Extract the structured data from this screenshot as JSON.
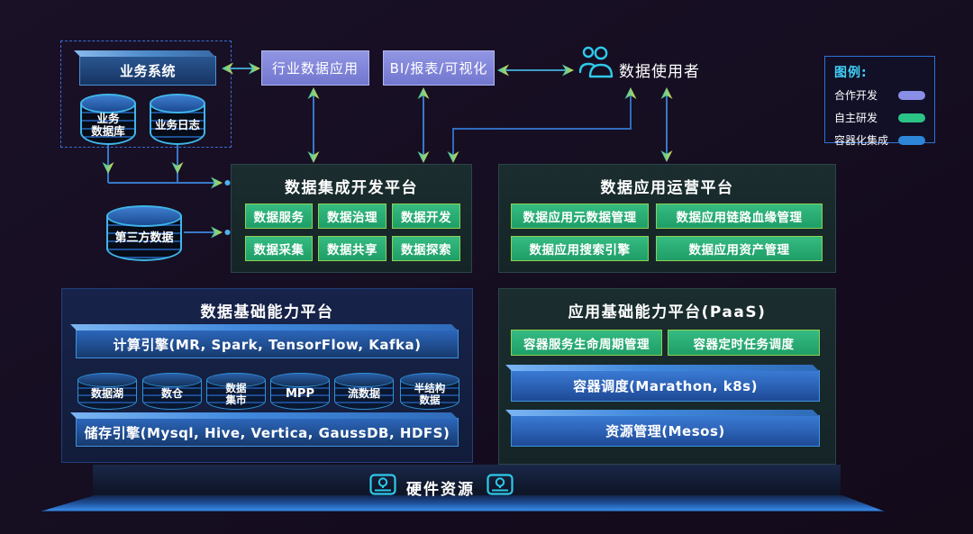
{
  "source": {
    "system": "业务系统",
    "db": "业务\n数据库",
    "log": "业务日志",
    "third_party": "第三方数据"
  },
  "top": {
    "industry_app": "行业数据应用",
    "bi": "BI/报表/可视化",
    "data_user": "数据使用者"
  },
  "legend": {
    "title": "图例:",
    "items": [
      {
        "label": "合作开发",
        "color": "#898ee6"
      },
      {
        "label": "自主研发",
        "color": "#2bc487"
      },
      {
        "label": "容器化集成",
        "color": "#2e86d9"
      }
    ]
  },
  "integration": {
    "title": "数据集成开发平台",
    "modules": [
      "数据服务",
      "数据治理",
      "数据开发",
      "数据采集",
      "数据共享",
      "数据探索"
    ]
  },
  "operation": {
    "title": "数据应用运营平台",
    "modules": [
      "数据应用元数据管理",
      "数据应用链路血缘管理",
      "数据应用搜索引擎",
      "数据应用资产管理"
    ]
  },
  "data_platform": {
    "title": "数据基础能力平台",
    "compute": "计算引擎(MR, Spark, TensorFlow, Kafka)",
    "storage": "储存引擎(Mysql, Hive, Vertica, GaussDB, HDFS)",
    "stores": [
      "数据湖",
      "数仓",
      "数据\n集市",
      "MPP",
      "流数据",
      "半结构\n数据"
    ]
  },
  "paas": {
    "title": "应用基础能力平台(PaaS)",
    "modules": [
      "容器服务生命周期管理",
      "容器定时任务调度"
    ],
    "bars": [
      "容器调度(Marathon, k8s)",
      "资源管理(Mesos)"
    ]
  },
  "hardware": {
    "label": "硬件资源"
  },
  "colors": {
    "arrow_shaft": "#3878c8",
    "arrowhead_teal": "#3ecdb0",
    "arrowhead_yellow": "#ccd34d",
    "cyan_accent": "#2fc9ea"
  }
}
